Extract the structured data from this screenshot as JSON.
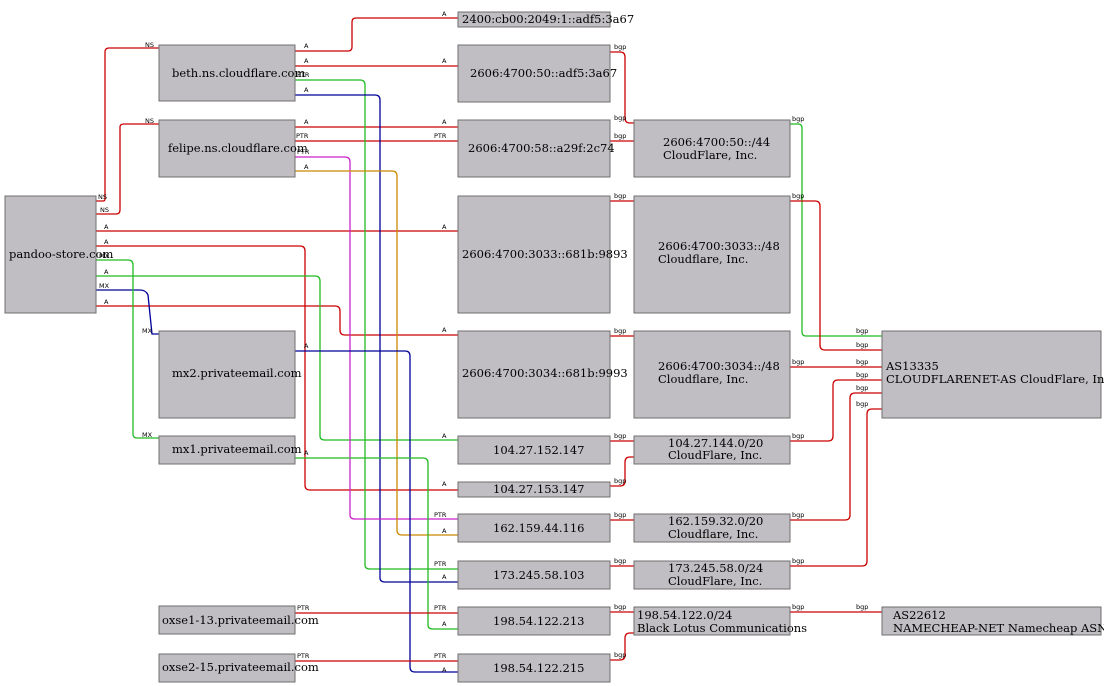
{
  "colors": {
    "A": "#cc0000",
    "NS": "#cc0000",
    "bgp": "#cc0000",
    "PTR_green": "#22bb22",
    "PTR_magenta": "#cc22cc",
    "A_orange": "#cc8800",
    "A_navy": "#000099",
    "MX_green": "#22bb22",
    "MX_navy": "#000099",
    "box_fill": "#c0bec2"
  },
  "nodes": {
    "root": "pandoo-store.com",
    "beth": "beth.ns.cloudflare.com",
    "felipe": "felipe.ns.cloudflare.com",
    "mx2": "mx2.privateemail.com",
    "mx1": "mx1.privateemail.com",
    "oxse1": "oxse1-13.privateemail.com",
    "oxse2": "oxse2-15.privateemail.com",
    "ip_adf5_67": "2400:cb00:2049:1::adf5:3a67",
    "ip_4700_50": "2606:4700:50::adf5:3a67",
    "ip_4700_58": "2606:4700:58::a29f:2c74",
    "ip_3033": "2606:4700:3033::681b:9893",
    "ip_3034": "2606:4700:3034::681b:9993",
    "ip_152_147": "104.27.152.147",
    "ip_153_147": "104.27.153.147",
    "ip_162": "162.159.44.116",
    "ip_173": "173.245.58.103",
    "ip_213": "198.54.122.213",
    "ip_215": "198.54.122.215",
    "pfx_50_line1": "2606:4700:50::/44",
    "pfx_50_line2": "CloudFlare, Inc.",
    "pfx_3033_line1": "2606:4700:3033::/48",
    "pfx_3033_line2": "Cloudflare, Inc.",
    "pfx_3034_line1": "2606:4700:3034::/48",
    "pfx_3034_line2": "Cloudflare, Inc.",
    "pfx_104_line1": "104.27.144.0/20",
    "pfx_104_line2": "CloudFlare, Inc.",
    "pfx_162_line1": "162.159.32.0/20",
    "pfx_162_line2": "Cloudflare, Inc.",
    "pfx_173_line1": "173.245.58.0/24",
    "pfx_173_line2": "CloudFlare, Inc.",
    "pfx_198_line1": "198.54.122.0/24",
    "pfx_198_line2": "Black Lotus Communications",
    "as13335_line1": "AS13335",
    "as13335_line2": "CLOUDFLARENET-AS CloudFlare, Inc.",
    "as22612_line1": "AS22612",
    "as22612_line2": "NAMECHEAP-NET Namecheap ASN"
  },
  "edge_labels": {
    "ns": "NS",
    "a": "A",
    "ptr": "PTR",
    "mx": "MX",
    "bgp": "bgp"
  }
}
